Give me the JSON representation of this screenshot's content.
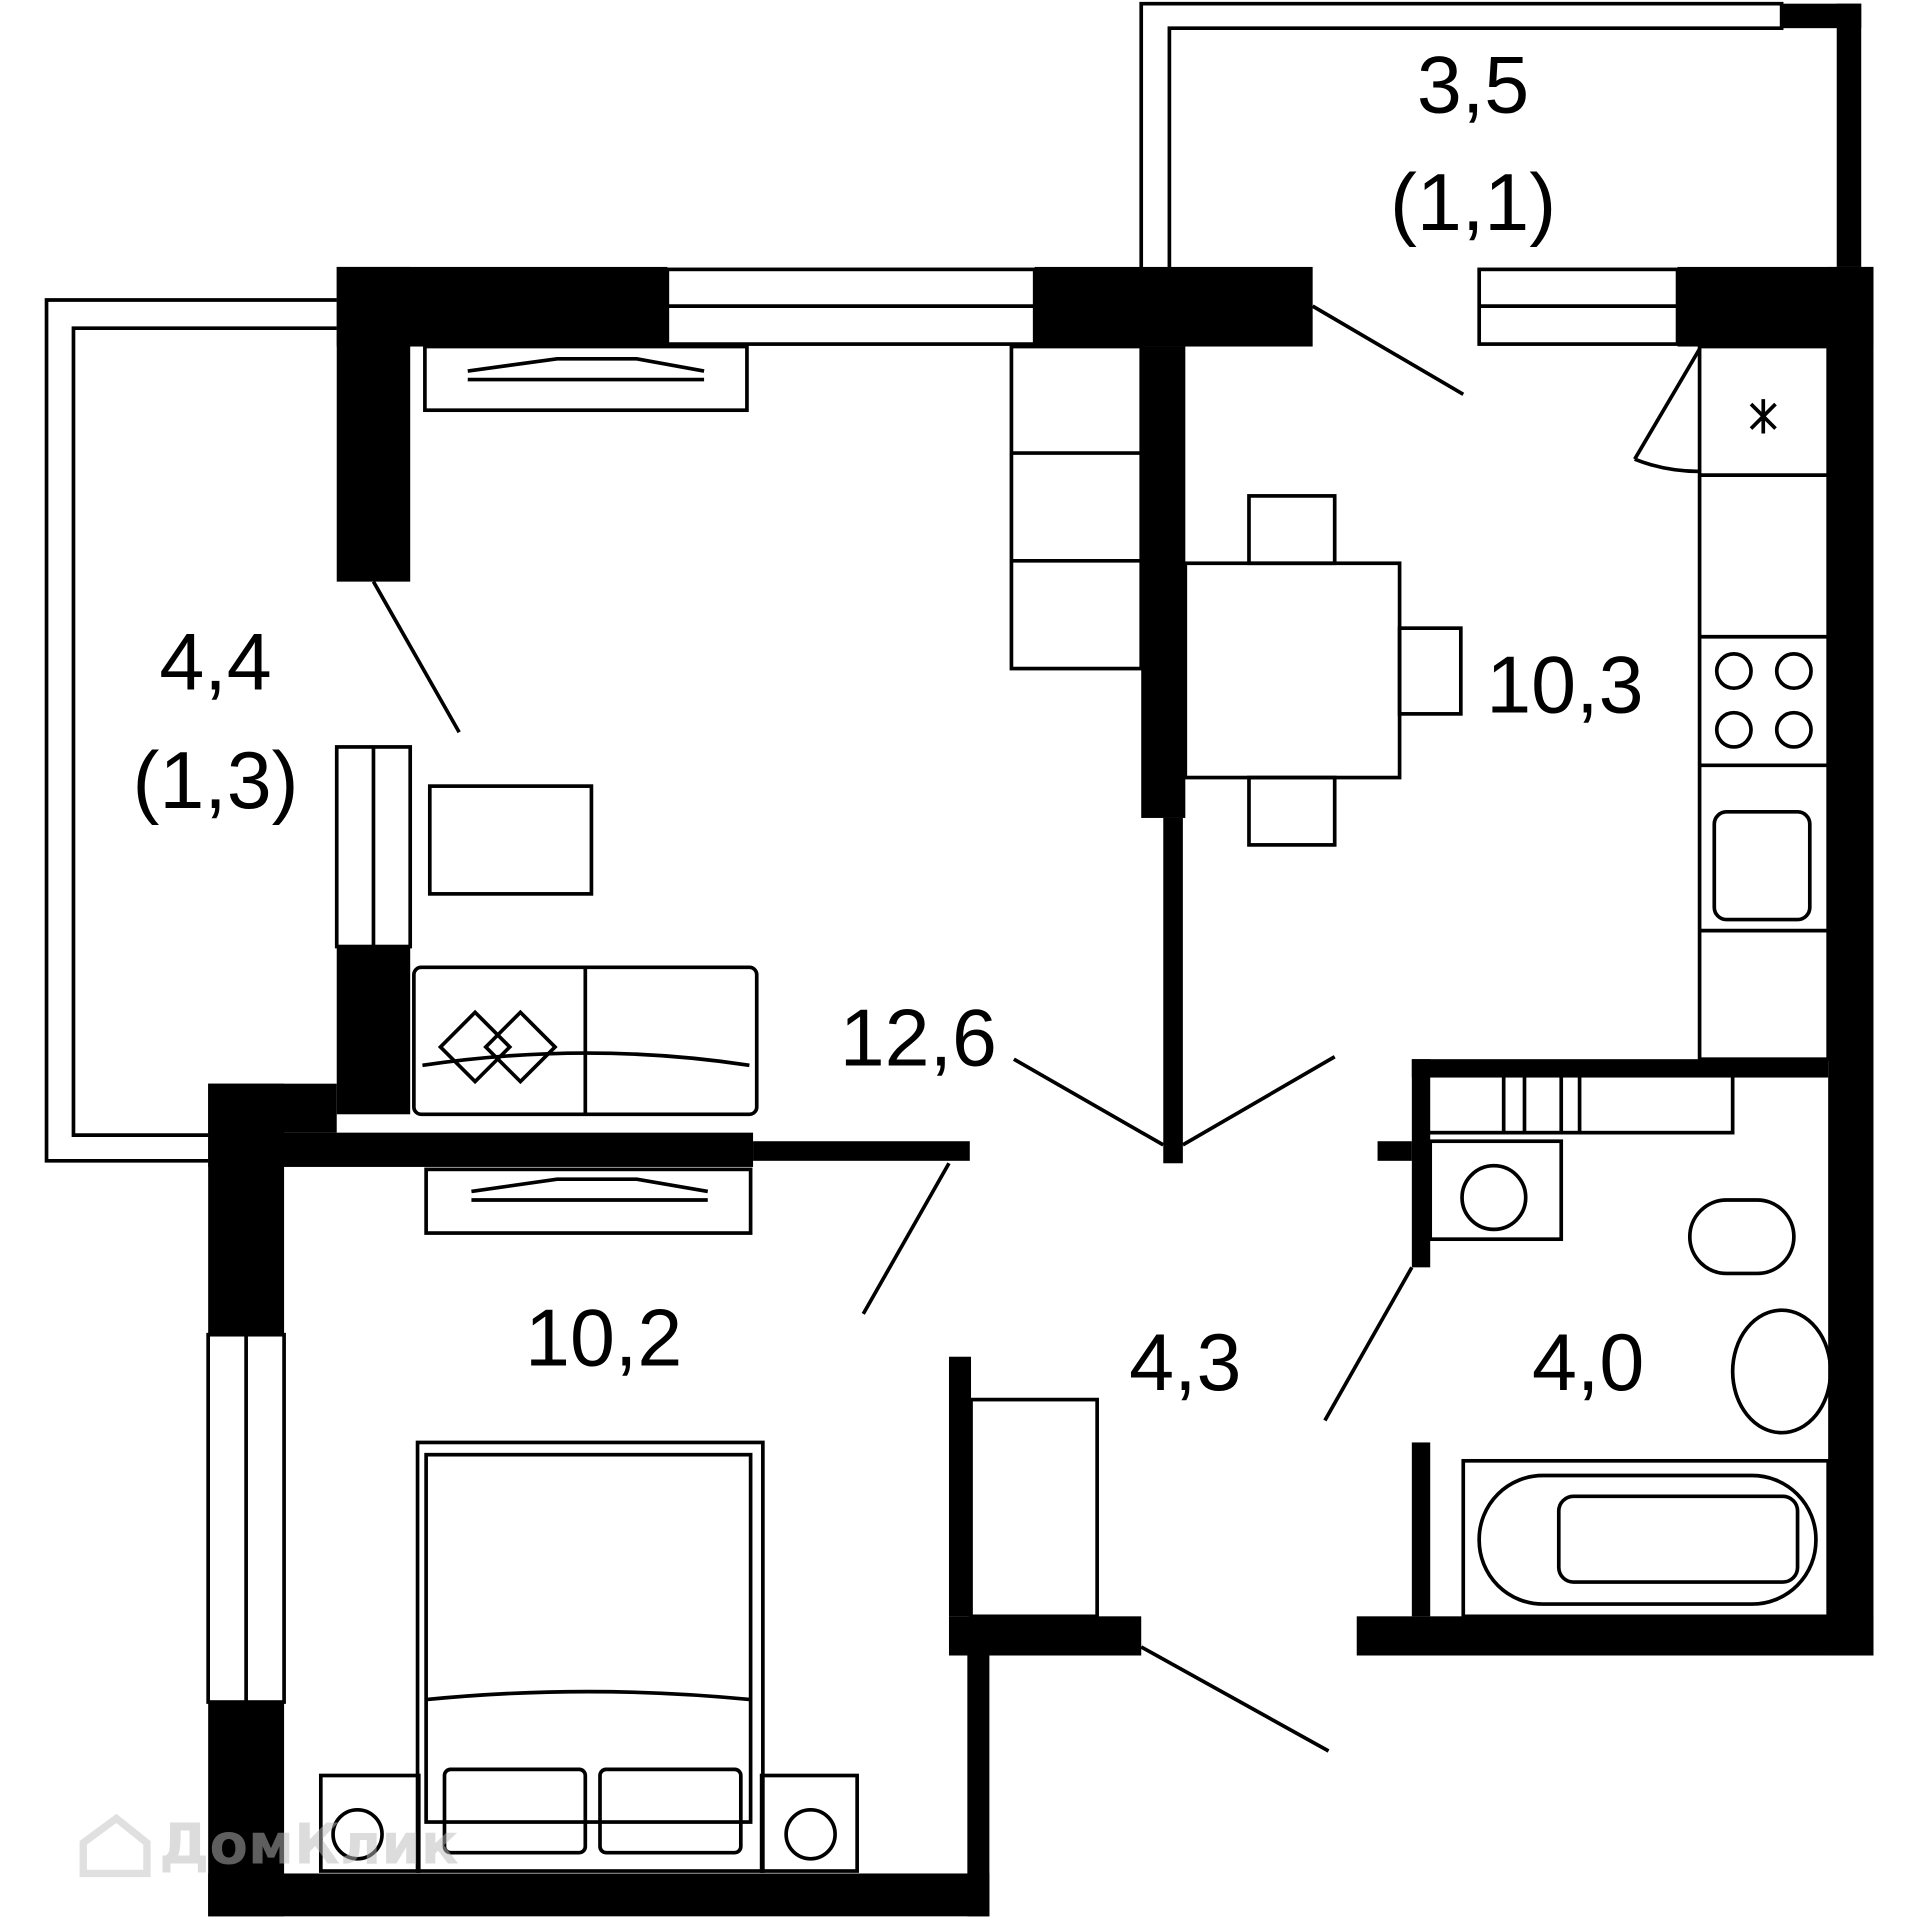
{
  "plan": {
    "rooms": [
      {
        "id": "balcony-top",
        "area": "3,5",
        "sub": "(1,1)"
      },
      {
        "id": "balcony-left",
        "area": "4,4",
        "sub": "(1,3)"
      },
      {
        "id": "living-room",
        "area": "12,6"
      },
      {
        "id": "kitchen",
        "area": "10,3"
      },
      {
        "id": "bedroom",
        "area": "10,2"
      },
      {
        "id": "hallway",
        "area": "4,3"
      },
      {
        "id": "bathroom",
        "area": "4,0"
      }
    ],
    "colors": {
      "wall": "#000000",
      "background": "#ffffff"
    },
    "watermark": "ДомКлик"
  }
}
